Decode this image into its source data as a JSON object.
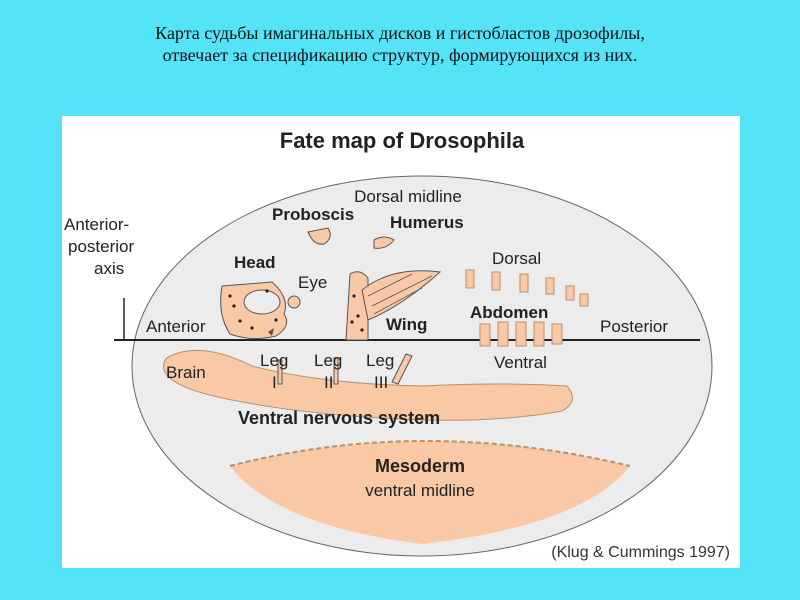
{
  "caption": {
    "line1": "Карта судьбы имагинальных дисков и гистобластов  дрозофилы,",
    "line2": "отвечает за спецификацию структур, формирующихся из них."
  },
  "diagram": {
    "title": "Fate map of Drosophila",
    "axis_label": [
      "Anterior-",
      "posterior",
      "axis"
    ],
    "dorsal_midline": "Dorsal midline",
    "proboscis": "Proboscis",
    "humerus": "Humerus",
    "head": "Head",
    "eye": "Eye",
    "wing": "Wing",
    "dorsal": "Dorsal",
    "abdomen": "Abdomen",
    "anterior": "Anterior",
    "posterior": "Posterior",
    "ventral": "Ventral",
    "brain": "Brain",
    "leg1": [
      "Leg",
      "I"
    ],
    "leg2": [
      "Leg",
      "II"
    ],
    "leg3": [
      "Leg",
      "III"
    ],
    "ventral_nervous_system": "Ventral nervous system",
    "mesoderm": "Mesoderm",
    "ventral_midline": "ventral midline",
    "credit": "(Klug & Cummings 1997)"
  },
  "colors": {
    "background": "#55e3f7",
    "embryo": "#ececec",
    "tissue": "#f8c9a4",
    "tissue_stroke": "#b8906a"
  }
}
